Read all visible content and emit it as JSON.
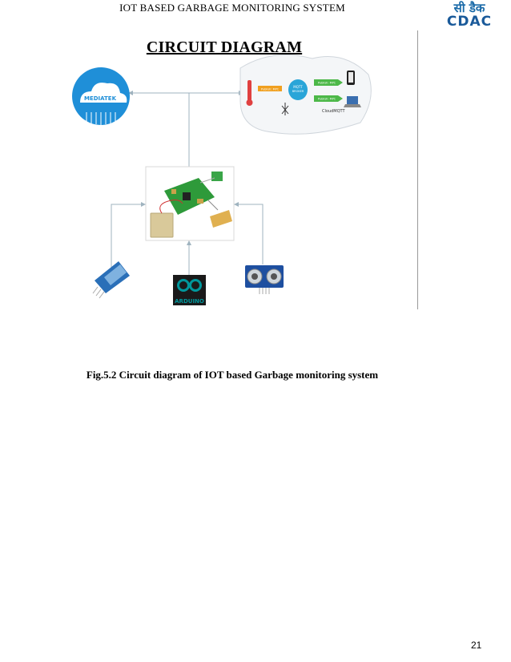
{
  "header": {
    "title": "IOT BASED GARBAGE MONITORING SYSTEM",
    "logo_hindi": "सी डैक",
    "logo_text": "CDAC"
  },
  "figure": {
    "title": "CIRCUIT DIAGRAM",
    "cloud_label": "MEDIATEK",
    "broker_label_1": "MQTT",
    "broker_label_2": "BROKER",
    "publish_label": "Publish: MYC",
    "publish_label_2": "Publish: MYC",
    "subscribe_label": "Publish: MYC",
    "cloud_service_label": "CloudMQTT",
    "arduino_label": "ARDUINO",
    "caption": "Fig.5.2 Circuit diagram of IOT based Garbage monitoring system"
  },
  "page": {
    "number": "21"
  },
  "colors": {
    "cloud_blue": "#1f8fd8",
    "arrow_gray": "#9fb3bf",
    "pcb_green": "#2e9a3a",
    "arduino_teal": "#00979c",
    "sensor_blue": "#2a6fb8",
    "logo_blue": "#1a5a9a"
  }
}
